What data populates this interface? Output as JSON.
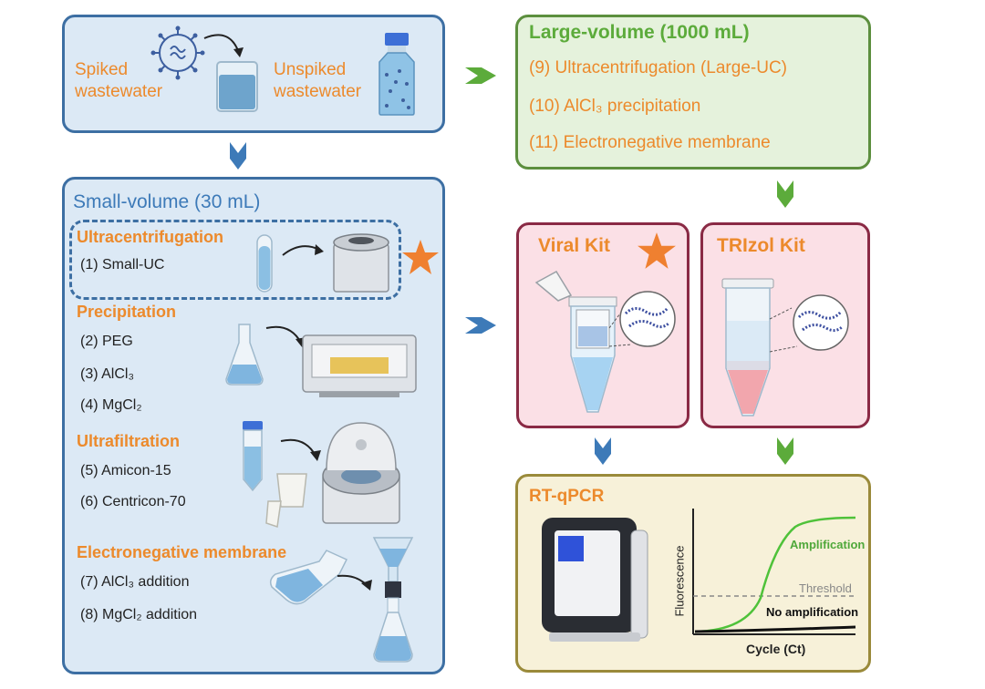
{
  "top_box": {
    "spiked_line1": "Spiked",
    "spiked_line2": "wastewater",
    "unspiked_line1": "Unspiked",
    "unspiked_line2": "wastewater"
  },
  "large_volume": {
    "title": "Large-volume (1000 mL)",
    "items": [
      "(9) Ultracentrifugation (Large-UC)",
      "(10) AlCl₃ precipitation",
      "(11) Electronegative membrane"
    ]
  },
  "small_volume": {
    "title": "Small-volume (30 mL)",
    "ultracentrifugation": {
      "title": "Ultracentrifugation",
      "items": [
        "(1) Small-UC"
      ]
    },
    "precipitation": {
      "title": "Precipitation",
      "items": [
        "(2) PEG",
        "(3) AlCl₃",
        "(4) MgCl₂"
      ]
    },
    "ultrafiltration": {
      "title": "Ultrafiltration",
      "items": [
        "(5) Amicon-15",
        "(6) Centricon-70"
      ]
    },
    "electronegative": {
      "title": "Electronegative membrane",
      "items": [
        "(7) AlCl₃ addition",
        "(8) MgCl₂ addition"
      ]
    }
  },
  "kits": {
    "viral": "Viral Kit",
    "trizol": "TRIzol Kit"
  },
  "rtqpcr": {
    "title": "RT-qPCR",
    "ylabel": "Fluorescence",
    "xlabel": "Cycle (Ct)",
    "amplification": "Amplification",
    "threshold": "Threshold",
    "no_amplification": "No amplification"
  },
  "colors": {
    "blue_border": "#3d6fa3",
    "blue_fill": "#dce9f5",
    "green_border": "#5c8f3e",
    "green_fill": "#e5f2dc",
    "kit_border": "#8a2a45",
    "kit_fill": "#fbe0e6",
    "yellow_border": "#9a8a3a",
    "yellow_fill": "#f7f1d9",
    "orange_text": "#ec8a2c",
    "star": "#ef8030"
  },
  "icons": [
    "virus-icon",
    "beaker-icon",
    "bottle-icon",
    "tube-icon",
    "centrifuge-icon",
    "flask-icon",
    "shaker-icon",
    "falcon-tube-icon",
    "benchtop-centrifuge-icon",
    "filter-funnel-icon",
    "star-icon",
    "microtube-icon",
    "rna-icon",
    "qpcr-machine-icon"
  ]
}
